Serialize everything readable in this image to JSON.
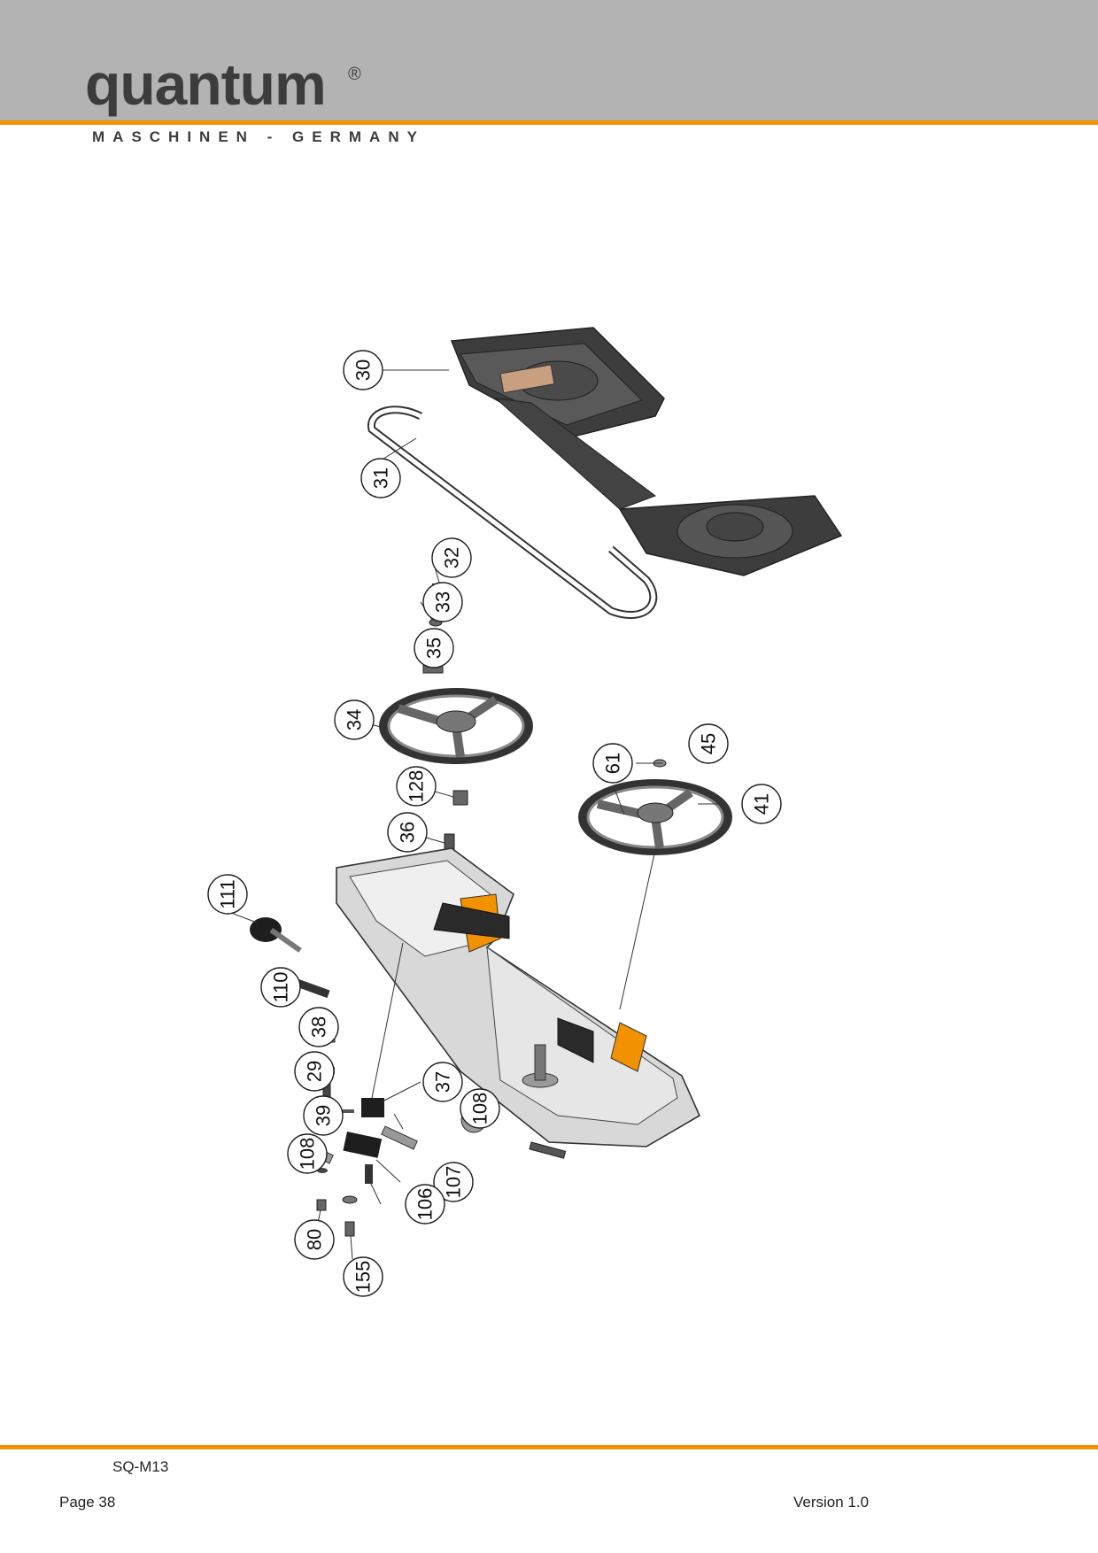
{
  "header": {
    "brand": "quantum",
    "registered_mark": "®",
    "tagline": "MASCHINEN - GERMANY"
  },
  "diagram": {
    "part_numbers": [
      "30",
      "31",
      "32",
      "33",
      "35",
      "34",
      "128",
      "36",
      "61",
      "45",
      "41",
      "111",
      "110",
      "38",
      "29",
      "37",
      "39",
      "108",
      "108",
      "107",
      "106",
      "80",
      "155"
    ]
  },
  "footer": {
    "model": "SQ-M13",
    "page": "Page 38",
    "version": "Version 1.0"
  },
  "colors": {
    "header_band": "#b3b3b3",
    "accent": "#f39200",
    "brand_text": "#3c3c3c"
  }
}
